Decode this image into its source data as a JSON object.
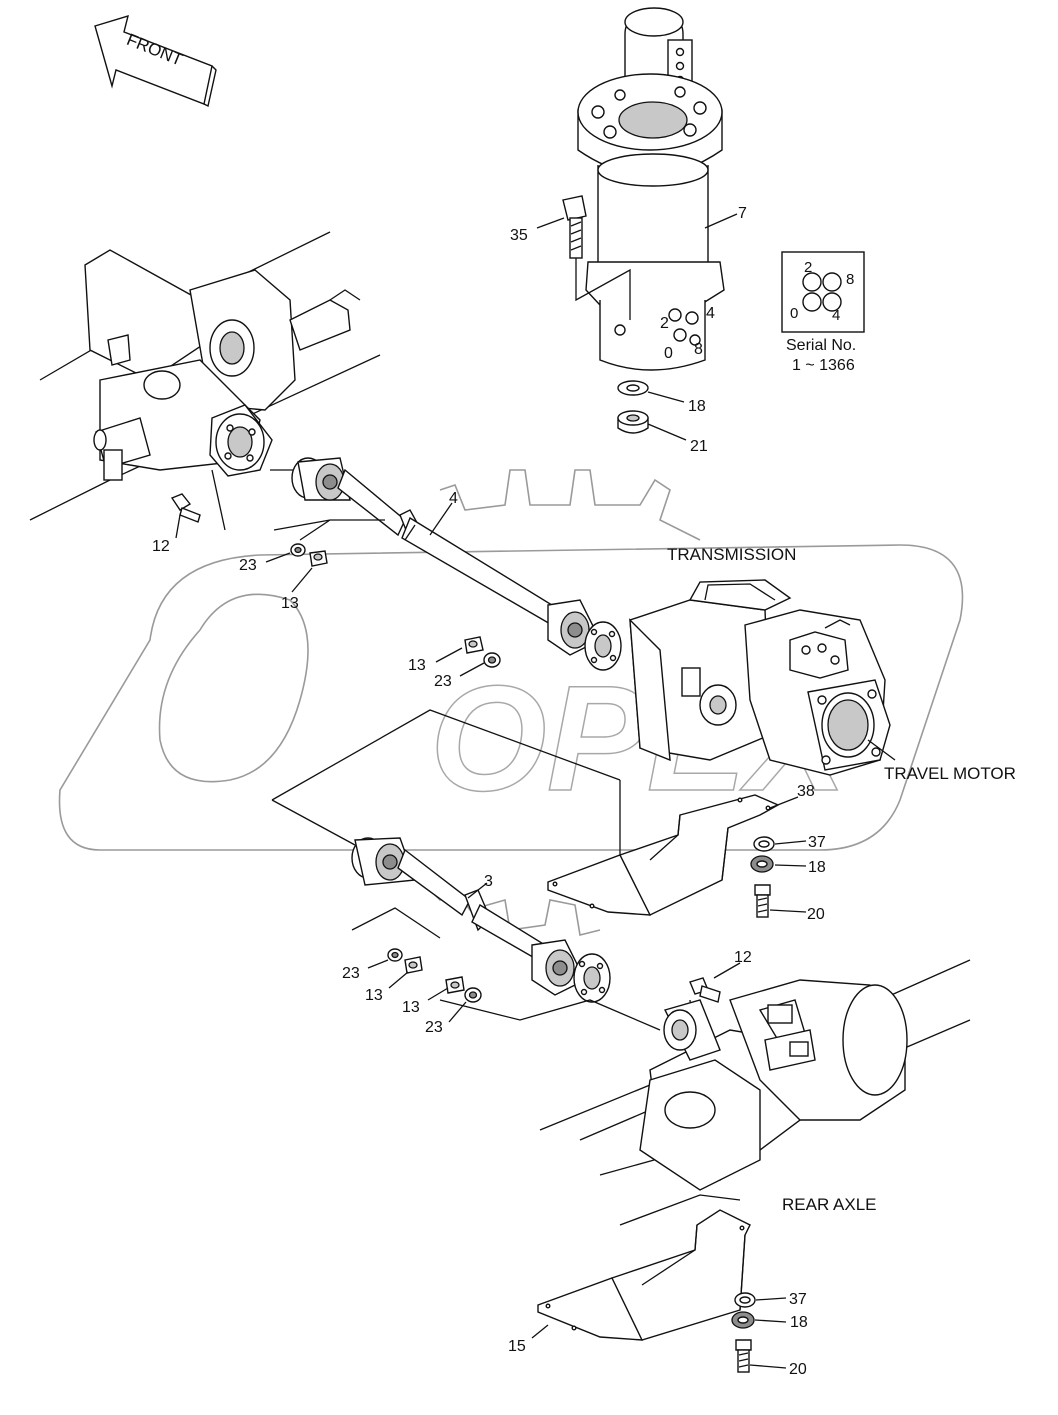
{
  "front_arrow": {
    "label": "FRONT"
  },
  "components": {
    "transmission": "TRANSMISSION",
    "travel_motor": "TRAVEL MOTOR",
    "rear_axle": "REAR AXLE"
  },
  "serial_note": {
    "line1": "Serial No.",
    "line2": "1 ~ 1366",
    "port_labels": {
      "top": "2",
      "right": "8",
      "left": "0",
      "bottom": "4"
    }
  },
  "port_labels_on_joint": {
    "p2": "2",
    "p4": "4",
    "p0": "0",
    "p8": "8"
  },
  "watermark": {
    "text": "OPEX"
  },
  "callouts": {
    "c35": "35",
    "c7": "7",
    "c18_top": "18",
    "c21": "21",
    "c4": "4",
    "c12_left": "12",
    "c23_left": "23",
    "c13_left": "13",
    "c13_mid": "13",
    "c23_mid": "23",
    "c38": "38",
    "c37_mid": "37",
    "c18_mid": "18",
    "c20_mid": "20",
    "c3": "3",
    "c23_low1": "23",
    "c13_low1": "13",
    "c13_low2": "13",
    "c23_low2": "23",
    "c12_right": "12",
    "c37_bot": "37",
    "c18_bot": "18",
    "c20_bot": "20",
    "c15": "15"
  }
}
